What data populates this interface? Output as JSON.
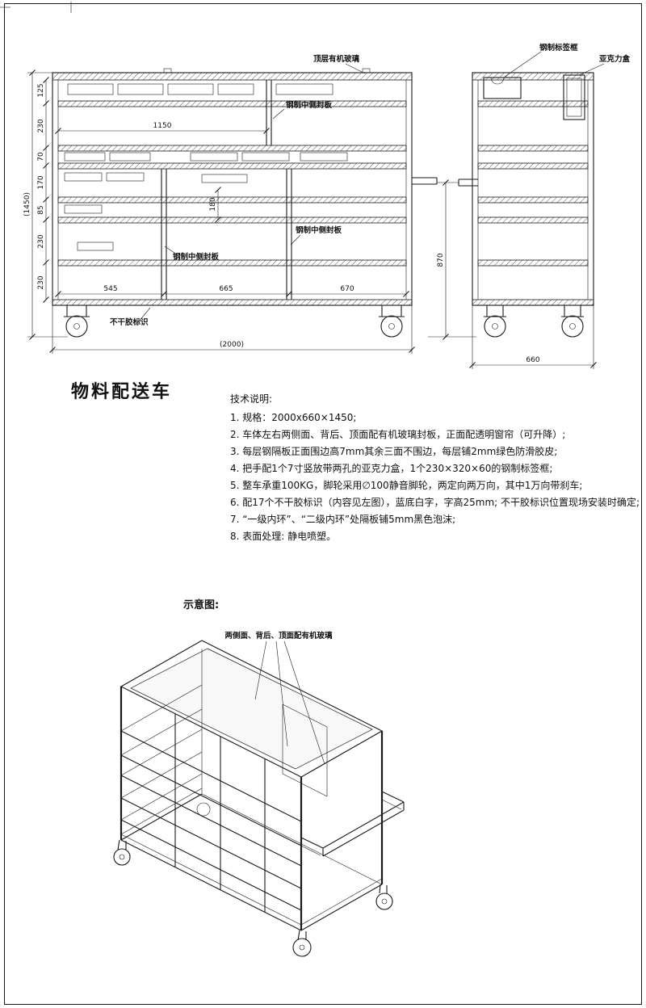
{
  "page": {
    "title": "物料配送车"
  },
  "front_view": {
    "callouts": {
      "top_glass": "顶层有机玻璃",
      "steel_mid_panel_a": "钢制中侧封板",
      "steel_mid_panel_b": "钢制中侧封板",
      "steel_mid_panel_c": "钢制中侧封板",
      "sticker_label": "不干胶标识"
    },
    "dimensions": {
      "overall_height": "(1450)",
      "overall_width": "(2000)",
      "rows": [
        "125",
        "230",
        "70",
        "170",
        "85",
        "230",
        "230"
      ],
      "top_inner_width": "1150",
      "mid_inner_height": "180",
      "bottom_widths": [
        "545",
        "665",
        "670"
      ]
    }
  },
  "side_view": {
    "callouts": {
      "label_frame": "钢制标签框",
      "acrylic_box": "亚克力盒"
    },
    "dimensions": {
      "depth": "660",
      "handle_height": "870"
    }
  },
  "notes": {
    "heading": "技术说明:",
    "items": [
      "1. 规格：2000x660×1450;",
      "2. 车体左右两侧面、背后、顶面配有机玻璃封板，正面配透明窗帘（可升降）;",
      "3. 每层钢隔板正面围边高7mm其余三面不围边，每层铺2mm绿色防滑胶皮;",
      "4. 把手配1个7寸竖放带两孔的亚克力盒，1个230×320×60的钢制标签框;",
      "5. 整车承重100KG，脚轮采用∅100静音脚轮，两定向两万向，其中1万向带刹车;",
      "6. 配17个不干胶标识（内容见左图），蓝底白字，字高25mm; 不干胶标识位置现场安装时确定;",
      "7. “一级内环”、“二级内环”处隔板铺5mm黑色泡沫;",
      "8. 表面处理: 静电喷塑。"
    ]
  },
  "schematic": {
    "heading": "示意图:",
    "callout": "两侧面、背后、顶面配有机玻璃"
  }
}
